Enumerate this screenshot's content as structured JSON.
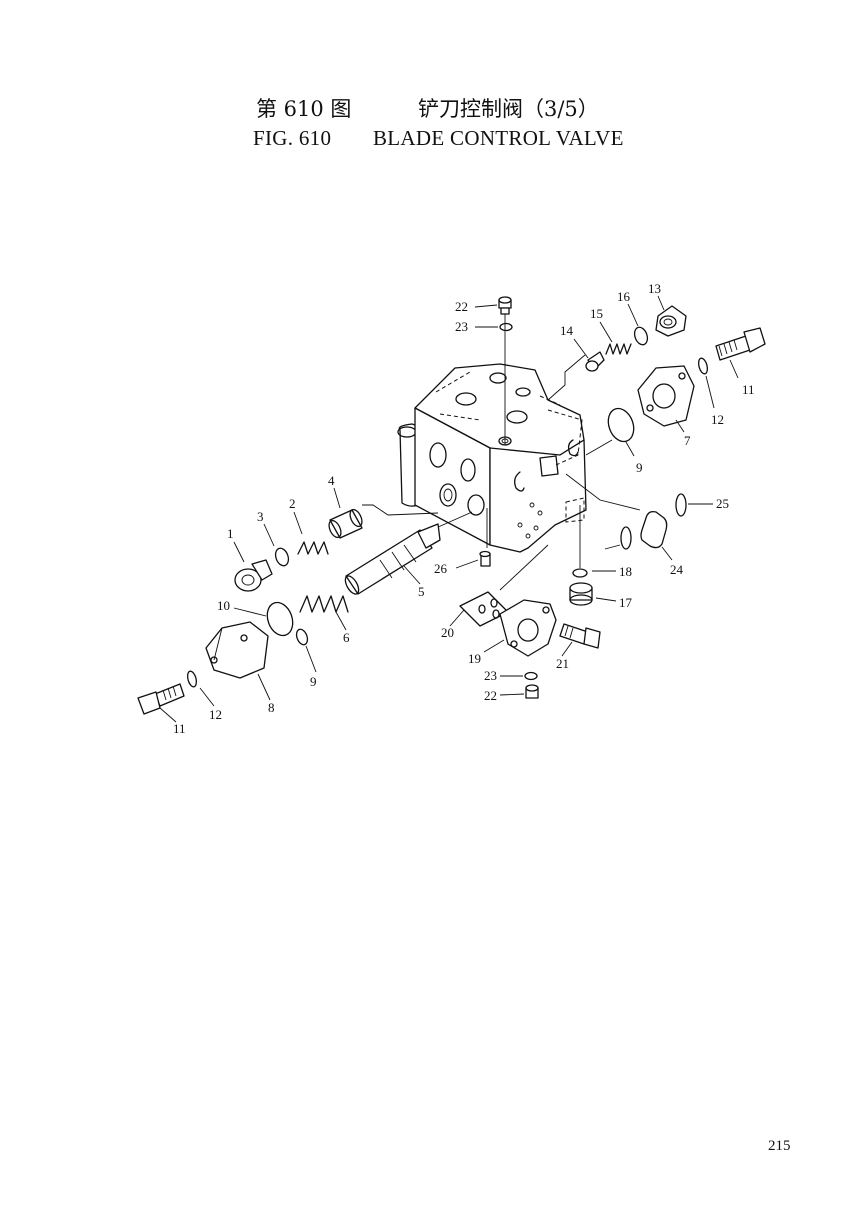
{
  "header": {
    "fig_cn": "第 610 图",
    "name_cn": "铲刀控制阀（3/5）",
    "fig_en": "FIG. 610",
    "name_en": "BLADE CONTROL VALVE"
  },
  "callouts": [
    "22",
    "23",
    "13",
    "16",
    "15",
    "14",
    "11",
    "12",
    "7",
    "9",
    "25",
    "24",
    "18",
    "17",
    "4",
    "2",
    "3",
    "1",
    "26",
    "5",
    "6",
    "10",
    "9",
    "8",
    "12",
    "11",
    "20",
    "19",
    "23",
    "22",
    "21"
  ],
  "page_number": "215"
}
